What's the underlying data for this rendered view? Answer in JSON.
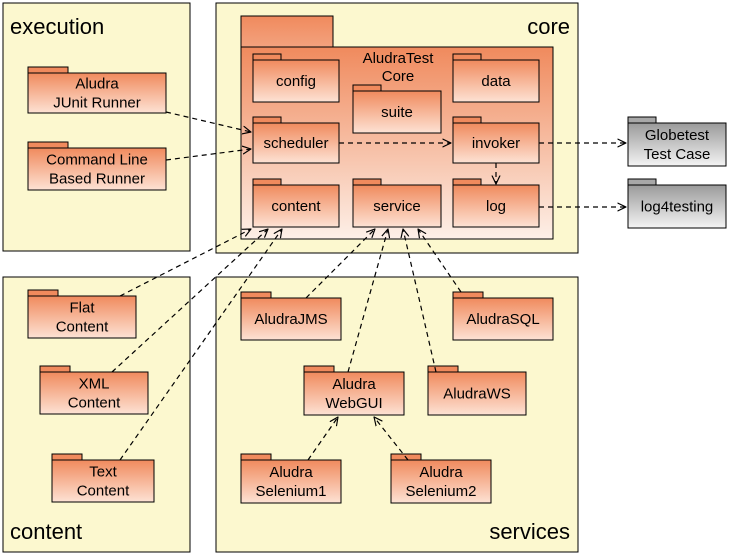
{
  "areas": {
    "execution": "execution",
    "core": "core",
    "content": "content",
    "services": "services"
  },
  "core_package": {
    "label_line1": "AludraTest",
    "label_line2": "Core"
  },
  "packages": {
    "aludra_junit_runner": [
      "Aludra",
      "JUnit Runner"
    ],
    "command_line_runner": [
      "Command Line",
      "Based Runner"
    ],
    "config": [
      "config"
    ],
    "data": [
      "data"
    ],
    "suite": [
      "suite"
    ],
    "scheduler": [
      "scheduler"
    ],
    "invoker": [
      "invoker"
    ],
    "content": [
      "content"
    ],
    "service": [
      "service"
    ],
    "log": [
      "log"
    ],
    "globetest_test_case": [
      "Globetest",
      "Test Case"
    ],
    "log4testing": [
      "log4testing"
    ],
    "flat_content": [
      "Flat",
      "Content"
    ],
    "xml_content": [
      "XML",
      "Content"
    ],
    "text_content": [
      "Text",
      "Content"
    ],
    "aludra_jms": [
      "AludraJMS"
    ],
    "aludra_sql": [
      "AludraSQL"
    ],
    "aludra_webgui": [
      "Aludra",
      "WebGUI"
    ],
    "aludra_ws": [
      "AludraWS"
    ],
    "aludra_selenium1": [
      "Aludra",
      "Selenium1"
    ],
    "aludra_selenium2": [
      "Aludra",
      "Selenium2"
    ]
  },
  "colors": {
    "area_fill": "#fcf8cf",
    "package_fill_top": "#f08a5d",
    "package_fill_bottom": "#fde2d4",
    "external_fill_top": "#9a9a9a",
    "external_fill_bottom": "#f4f4f4",
    "stroke": "#000000"
  }
}
